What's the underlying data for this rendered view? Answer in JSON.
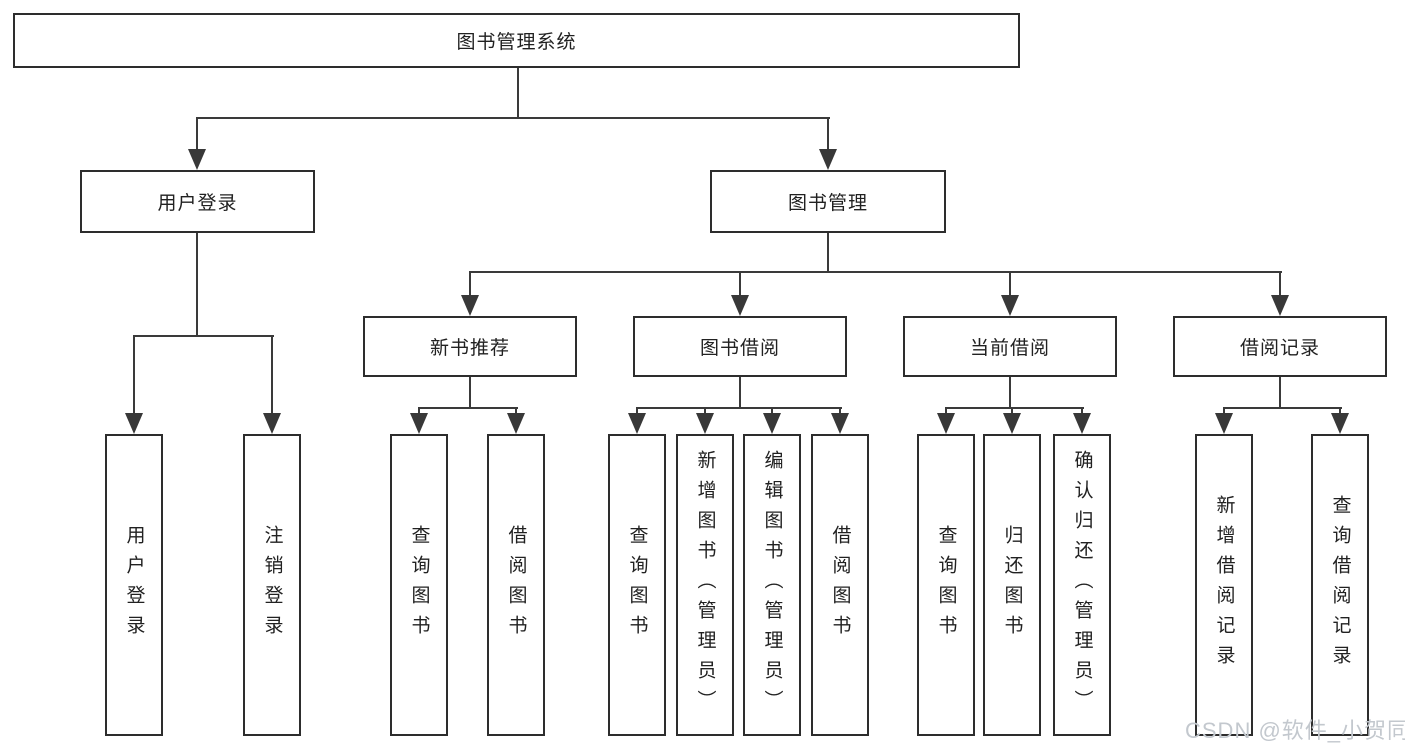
{
  "diagram": {
    "root": {
      "label": "图书管理系统"
    },
    "login": {
      "label": "用户登录",
      "children": [
        {
          "label": "用户登录"
        },
        {
          "label": "注销登录"
        }
      ]
    },
    "mgmt": {
      "label": "图书管理",
      "groups": [
        {
          "label": "新书推荐",
          "children": [
            {
              "label": "查询图书"
            },
            {
              "label": "借阅图书"
            }
          ]
        },
        {
          "label": "图书借阅",
          "children": [
            {
              "label": "查询图书"
            },
            {
              "label": "新增图书（管理员）"
            },
            {
              "label": "编辑图书（管理员）"
            },
            {
              "label": "借阅图书"
            }
          ]
        },
        {
          "label": "当前借阅",
          "children": [
            {
              "label": "查询图书"
            },
            {
              "label": "归还图书"
            },
            {
              "label": "确认归还（管理员）"
            }
          ]
        },
        {
          "label": "借阅记录",
          "children": [
            {
              "label": "新增借阅记录"
            },
            {
              "label": "查询借阅记录"
            }
          ]
        }
      ]
    },
    "watermark": "CSDN @软件_小贺同学",
    "colors": {
      "line": "#3a3a3a",
      "border": "#2d2d2d",
      "text": "#212121",
      "watermark": "#c3c8ce"
    }
  }
}
